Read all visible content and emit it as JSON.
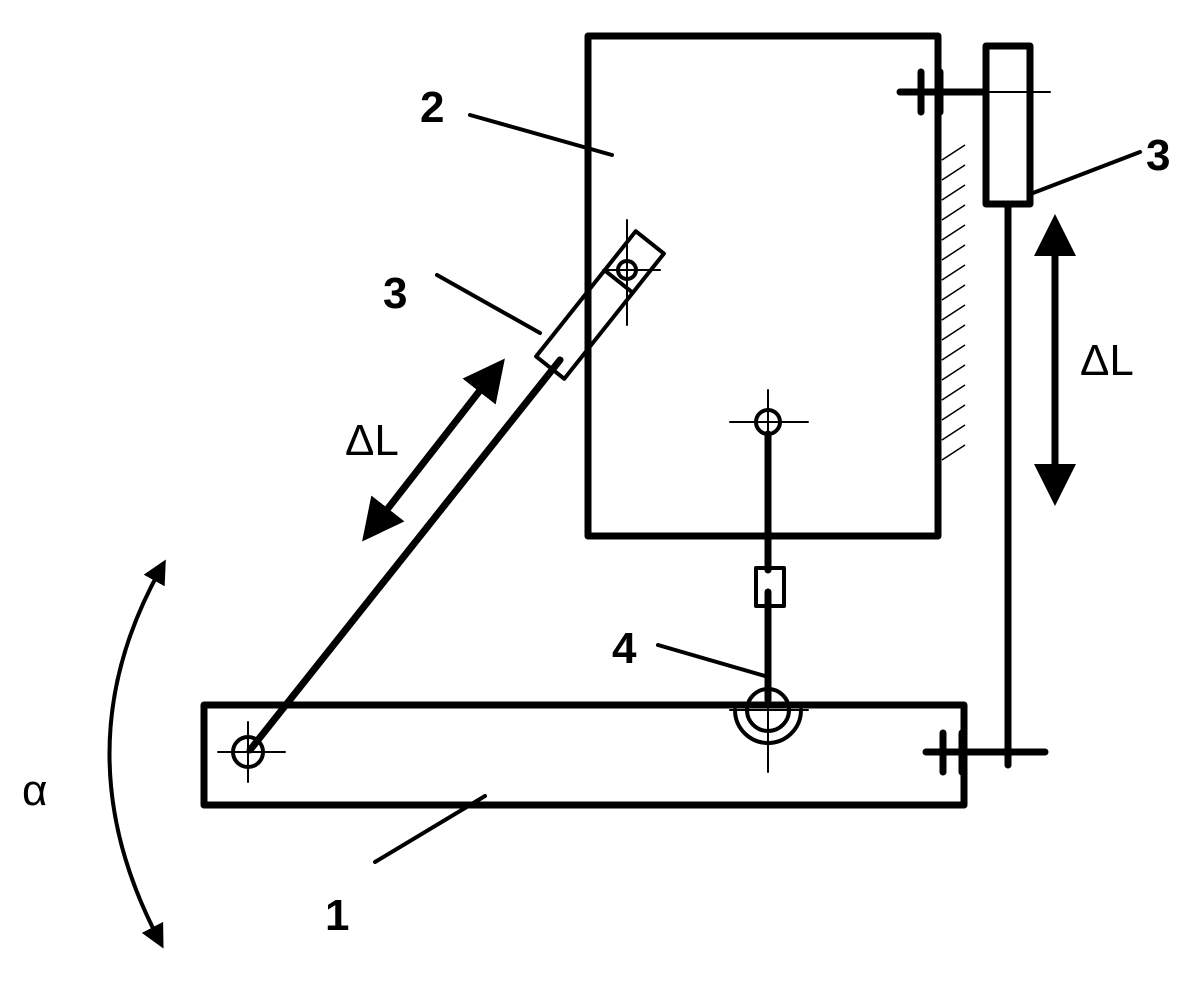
{
  "labels": {
    "part1": "1",
    "part2": "2",
    "part3_left": "3",
    "part3_right": "3",
    "part4": "4",
    "delta_left": "ΔL",
    "delta_right": "ΔL",
    "alpha": "α"
  },
  "colors": {
    "ink": "#000000",
    "background": "#ffffff"
  }
}
